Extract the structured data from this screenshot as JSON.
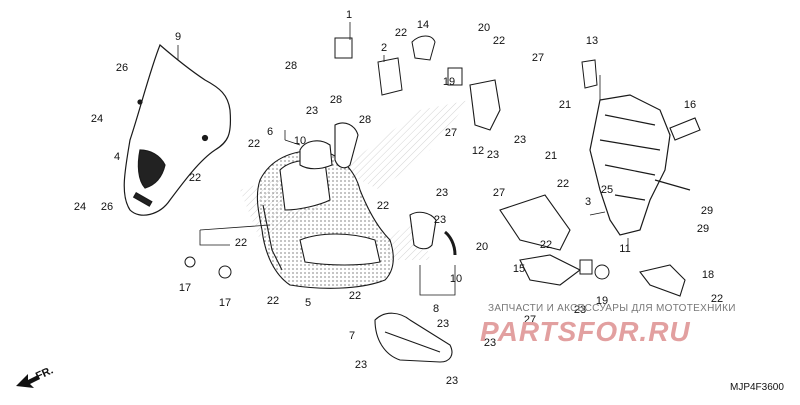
{
  "diagram": {
    "code": "MJP4F3600",
    "direction_label": "FR.",
    "watermark": {
      "caption": "ЗАПЧАСТИ И АКСЕССУАРЫ ДЛЯ МОТОТЕХНИКИ",
      "logo": "PARTSFOR.RU",
      "color": "#e2a0a0"
    },
    "callouts": [
      "1",
      "2",
      "3",
      "4",
      "5",
      "6",
      "7",
      "8",
      "9",
      "10",
      "11",
      "12",
      "13",
      "14",
      "15",
      "16",
      "17",
      "18",
      "19",
      "20",
      "21",
      "22",
      "23",
      "24",
      "25",
      "26",
      "27",
      "28",
      "29"
    ],
    "line_color": "#1a1a1a"
  }
}
